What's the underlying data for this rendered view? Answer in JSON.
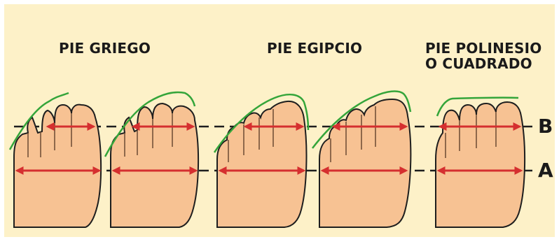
{
  "titles": {
    "greek": "PIE GRIEGO",
    "egyptian": "PIE EGIPCIO",
    "polynesian_line1": "PIE POLINESIO",
    "polynesian_line2": "O CUADRADO"
  },
  "line_labels": {
    "b": "B",
    "a": "A"
  },
  "colors": {
    "background": "#fdf1c8",
    "foot_fill": "#f7c293",
    "foot_outline": "#1e1e1e",
    "toe_outline": "#6b4a33",
    "arrow": "#d52f2f",
    "curve": "#34a53a",
    "dashed_line": "#1e1e1e"
  },
  "feet": [
    {
      "name": "foot-greek-1",
      "type": "greek"
    },
    {
      "name": "foot-greek-2",
      "type": "greek"
    },
    {
      "name": "foot-egyptian-1",
      "type": "egyptian"
    },
    {
      "name": "foot-egyptian-2",
      "type": "egyptian"
    },
    {
      "name": "foot-polynesian",
      "type": "polynesian"
    }
  ]
}
